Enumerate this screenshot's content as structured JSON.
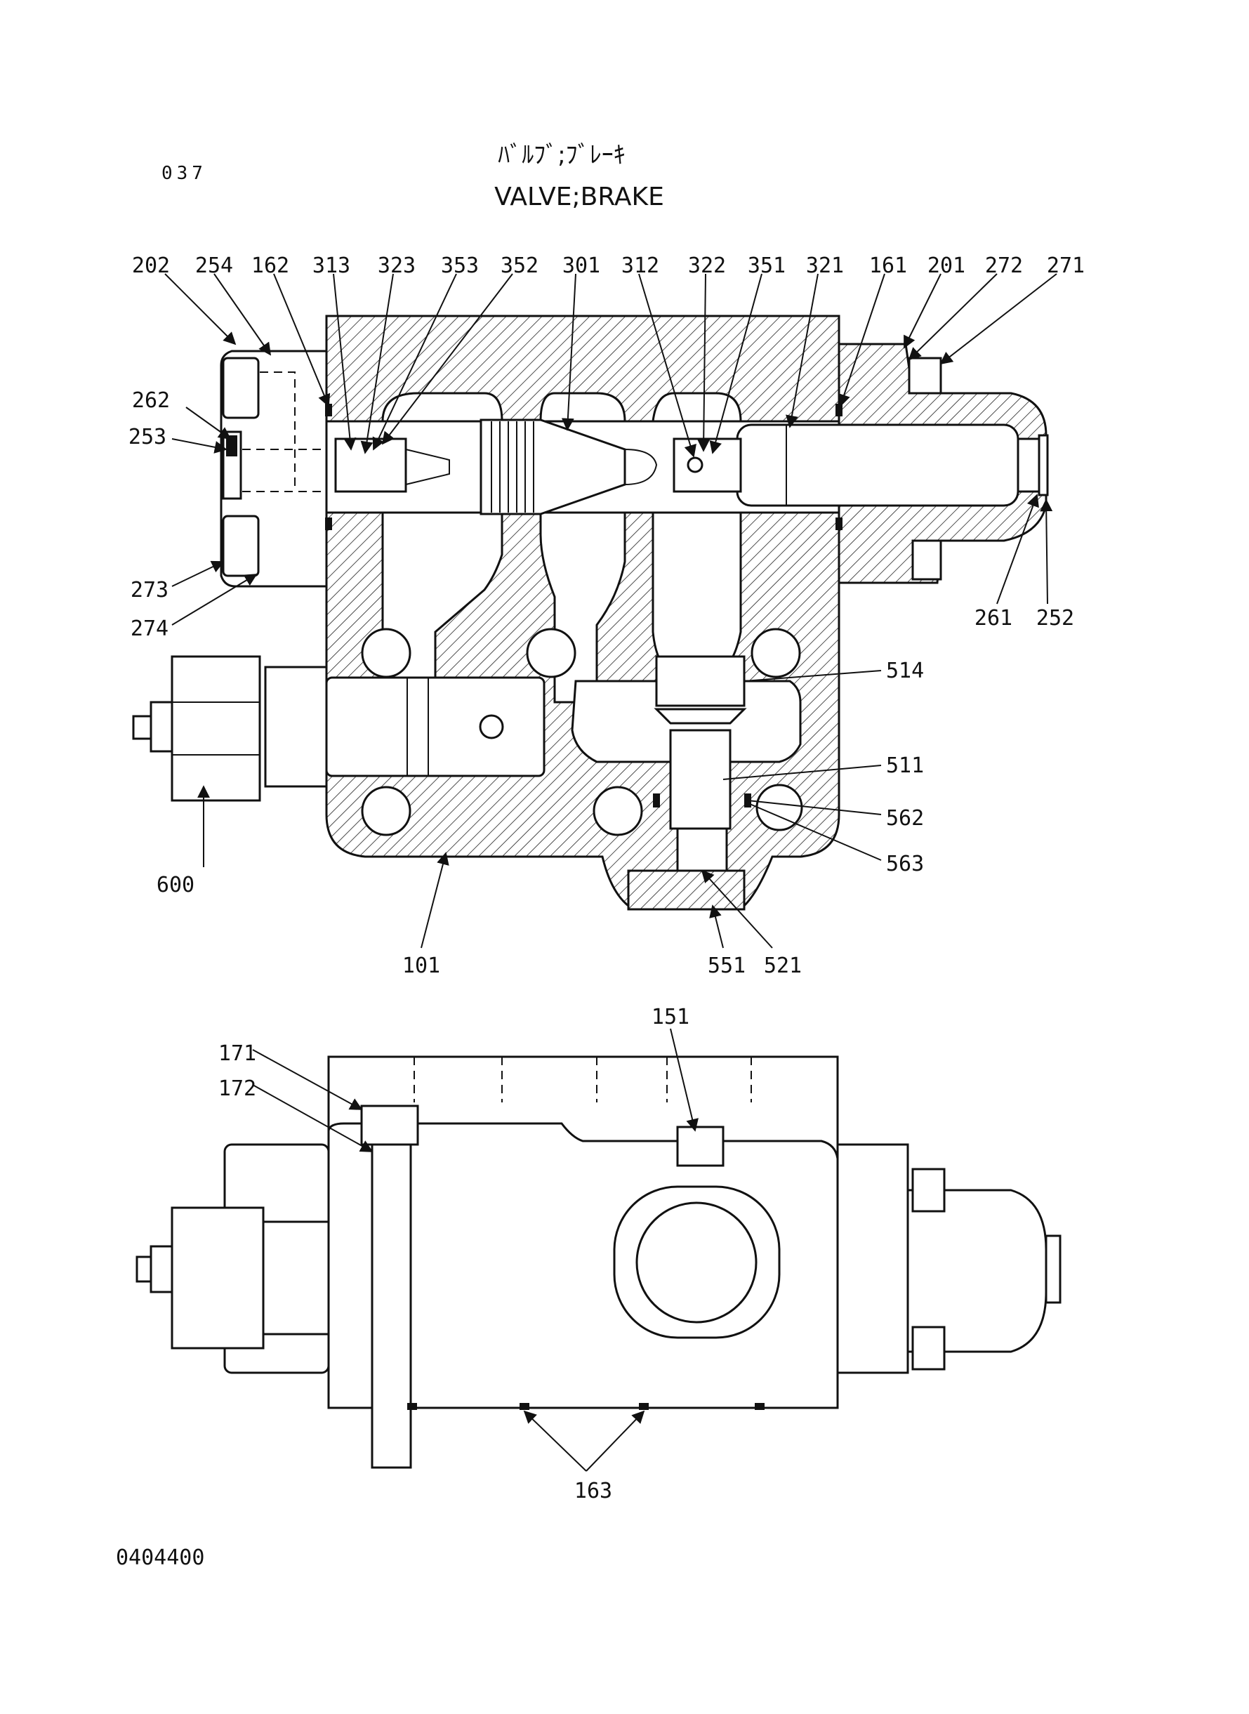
{
  "sheet": {
    "page_number": "037",
    "title_katakana": "ﾊﾞﾙﾌﾞ;ﾌﾞﾚｰｷ",
    "title": "VALVE;BRAKE",
    "drawing_number": "0404400"
  },
  "callouts_top": [
    "202",
    "254",
    "162",
    "313",
    "323",
    "353",
    "352",
    "301",
    "312",
    "322",
    "351",
    "321",
    "161",
    "201",
    "272",
    "271"
  ],
  "callouts_left": [
    "262",
    "253",
    "273",
    "274",
    "600"
  ],
  "callouts_right": [
    "261",
    "252",
    "514",
    "511",
    "562",
    "563"
  ],
  "callouts_bottom": [
    "101",
    "551",
    "521"
  ],
  "callouts_plan_view": [
    "151",
    "171",
    "172",
    "163"
  ]
}
